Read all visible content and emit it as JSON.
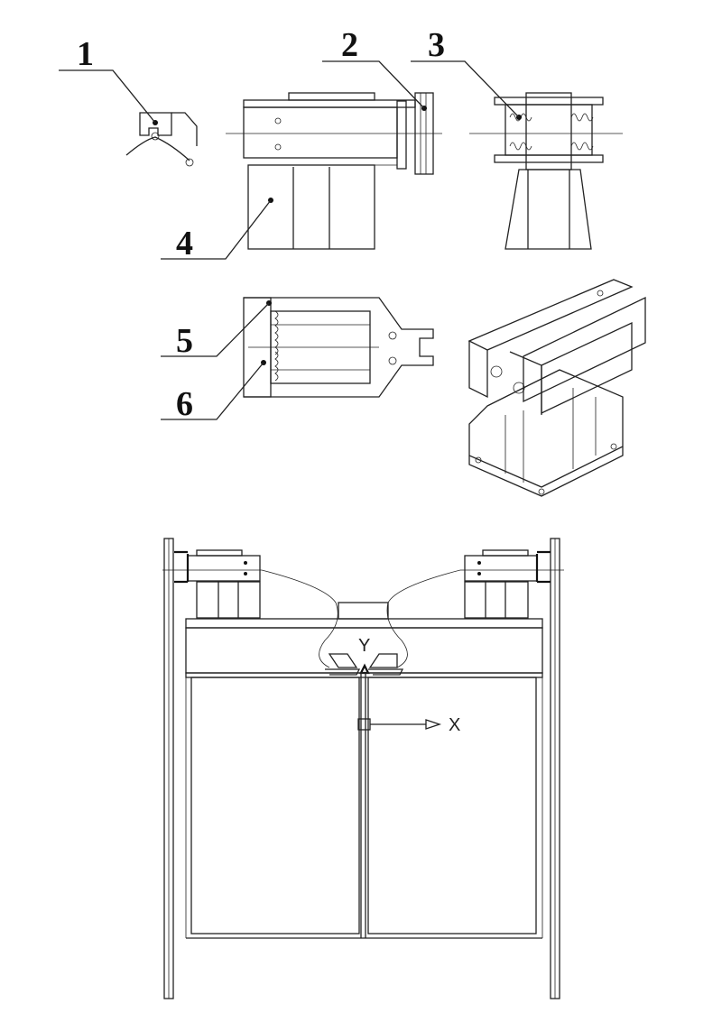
{
  "figure": {
    "part_labels": [
      "1",
      "2",
      "3",
      "4",
      "5",
      "6"
    ],
    "axis_labels": {
      "y": "Y",
      "x": "X"
    },
    "line_color": "#222222"
  }
}
